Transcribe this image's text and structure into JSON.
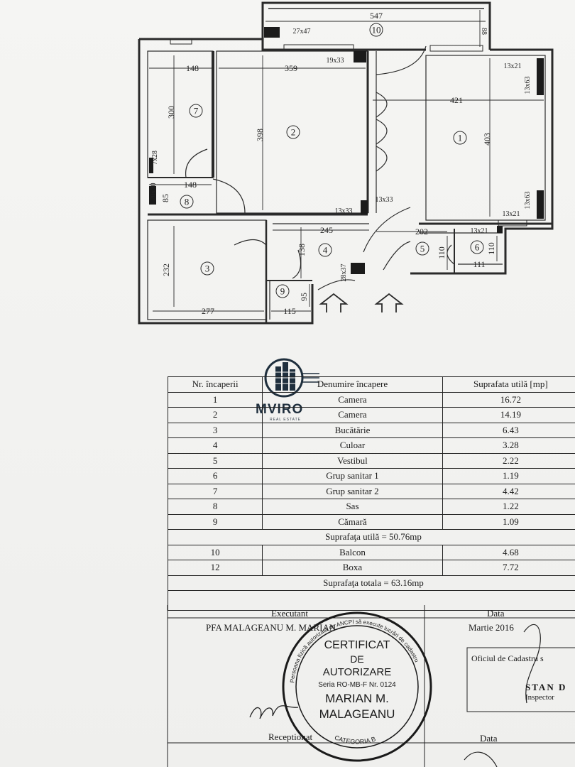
{
  "plan": {
    "dims": {
      "balcony_width": "547",
      "balcony_right": "88",
      "win_27x47": "27x47",
      "win_19x33": "19x33",
      "r7_width": "148",
      "r2_width": "359",
      "r1_width": "421",
      "win_13x21_top": "13x21",
      "win_13x63_top": "13x63",
      "r7_height": "300",
      "r2_height": "398",
      "r1_height": "403",
      "win_7x28": "7x28",
      "r8_width": "148",
      "win_20x20": "20x20",
      "r8_height": "85",
      "win_13x33_a": "13x33",
      "win_13x33_b": "13x33",
      "win_13x63_bot": "13x63",
      "win_13x21_bot": "13x21",
      "r4_width": "245",
      "r5_width": "202",
      "win_13x21_r6": "13x21",
      "r3_height": "232",
      "r4_height": "138",
      "r5_height": "110",
      "r6_height": "110",
      "r6_width": "111",
      "win_28x37": "28x37",
      "r9_height": "95",
      "r3_width": "277",
      "r9_width": "115"
    },
    "rooms": [
      "1",
      "2",
      "3",
      "4",
      "5",
      "6",
      "7",
      "8",
      "9",
      "10"
    ]
  },
  "logo": {
    "brand": "MVIRO",
    "tagline": "REAL ESTATE"
  },
  "table": {
    "headers": {
      "nr": "Nr. încaperii",
      "name": "Denumire încapere",
      "area": "Suprafata utilă [mp]"
    },
    "rows": [
      {
        "nr": "1",
        "name": "Camera",
        "area": "16.72"
      },
      {
        "nr": "2",
        "name": "Camera",
        "area": "14.19"
      },
      {
        "nr": "3",
        "name": "Bucătărie",
        "area": "6.43"
      },
      {
        "nr": "4",
        "name": "Culoar",
        "area": "3.28"
      },
      {
        "nr": "5",
        "name": "Vestibul",
        "area": "2.22"
      },
      {
        "nr": "6",
        "name": "Grup sanitar 1",
        "area": "1.19"
      },
      {
        "nr": "7",
        "name": "Grup sanitar 2",
        "area": "4.42"
      },
      {
        "nr": "8",
        "name": "Sas",
        "area": "1.22"
      },
      {
        "nr": "9",
        "name": "Cămară",
        "area": "1.09"
      }
    ],
    "subtotal": "Suprafaţa utilă = 50.76mp",
    "extra_rows": [
      {
        "nr": "10",
        "name": "Balcon",
        "area": "4.68"
      },
      {
        "nr": "12",
        "name": "Boxa",
        "area": "7.72"
      }
    ],
    "total": "Suprafaţa totala = 63.16mp",
    "executant_label": "Executant",
    "executant_name": "PFA MALAGEANU M. MARIAN",
    "date_label": "Data",
    "date_value": "Martie 2016",
    "receptionat_label": "Receptionat",
    "receptionat_date_label": "Data",
    "office_text": "Oficiul de Cadastru s",
    "office_name": "STAN D",
    "office_role": "Inspector"
  },
  "stamp": {
    "line1": "CERTIFICAT",
    "line2": "DE",
    "line3": "AUTORIZARE",
    "line4": "Seria RO-MB-F Nr. 0124",
    "line5": "MARIAN M.",
    "line6": "MALAGEANU",
    "ring_top": "Persoana fizică autorizată de ANCPI să execute lucrări de cadastru",
    "ring_bottom": "CATEGORIA B"
  }
}
